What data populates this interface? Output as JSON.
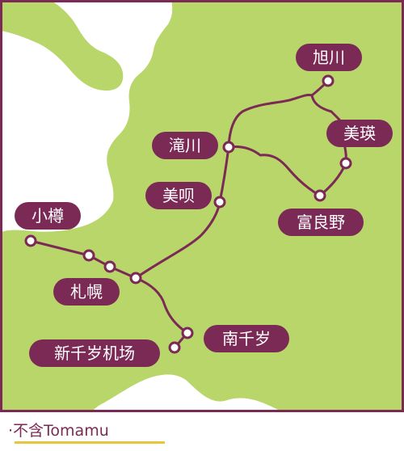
{
  "map": {
    "colors": {
      "land": "#b9d66a",
      "sea": "#ffffff",
      "frame": "#7a2a55",
      "route": "#7a2a55",
      "label_bg": "#7a2a55",
      "label_text": "#ffffff",
      "note_underline": "#e6c73a"
    },
    "stations": {
      "asahikawa": "旭川",
      "biei": "美瑛",
      "takikawa": "滝川",
      "furano": "富良野",
      "bibai": "美呗",
      "otaru": "小樽",
      "sapporo": "札幌",
      "minami_chitose": "南千岁",
      "new_chitose_airport": "新千岁机场"
    }
  },
  "footnote": "·不含Tomamu"
}
